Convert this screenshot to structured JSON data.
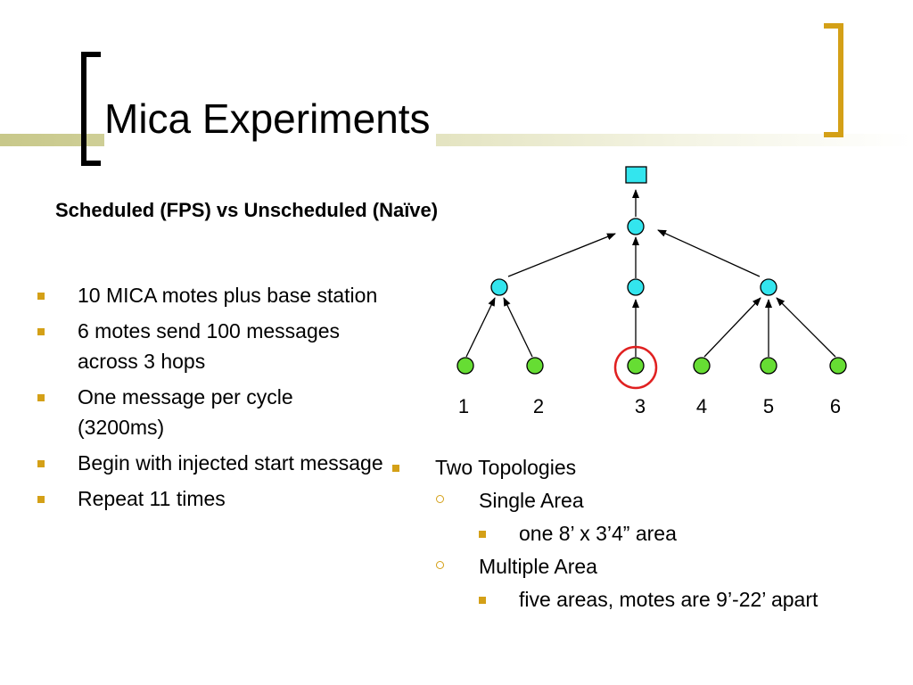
{
  "slide": {
    "title": "Mica Experiments",
    "subtitle": "Scheduled (FPS) vs Unscheduled (Naïve)",
    "bullets": [
      "10 MICA motes plus base station",
      "6 motes send 100 messages across 3 hops",
      "One message per cycle (3200ms)",
      "Begin with injected start message",
      "Repeat 11 times"
    ],
    "topologies": {
      "heading": "Two Topologies",
      "single_area": {
        "label": "Single Area",
        "detail": "one 8’ x 3’4” area"
      },
      "multiple_area": {
        "label": "Multiple Area",
        "detail": "five areas, motes are 9’-22’ apart"
      }
    }
  },
  "diagram": {
    "leaf_labels": [
      "1",
      "2",
      "3",
      "4",
      "5",
      "6"
    ],
    "highlighted_leaf": "3",
    "colors": {
      "base_and_relay": "#33e5ee",
      "leaf": "#66dd33",
      "highlight_ring": "#e02020",
      "accent": "#d4a017"
    }
  }
}
